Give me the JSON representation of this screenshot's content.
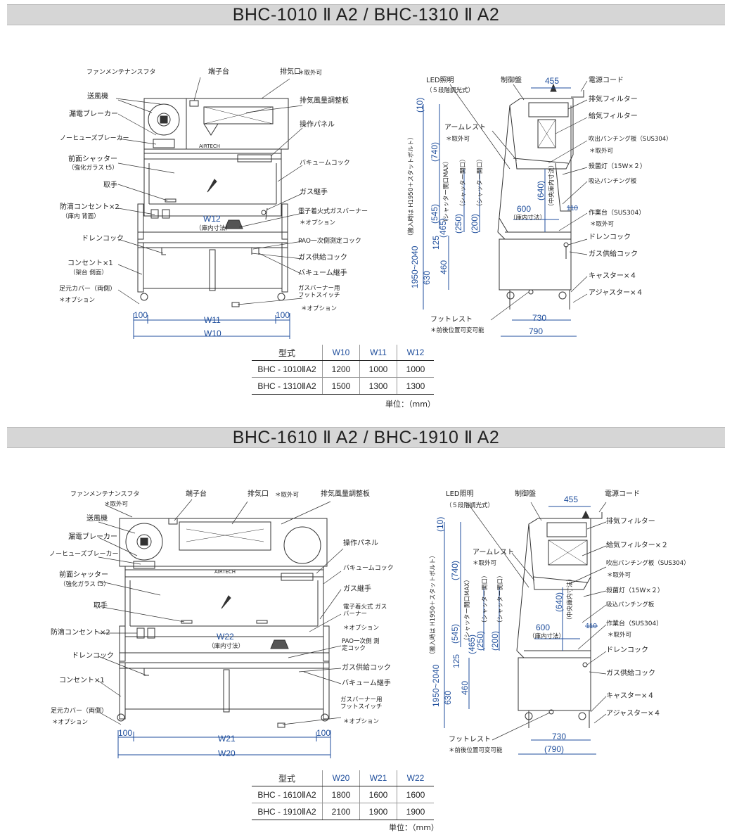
{
  "sec1": {
    "title": "BHC-1010 Ⅱ A2 / BHC-1310 Ⅱ A2",
    "front": {
      "fan_cover": "ファンメンテナンスフタ",
      "terminal": "端子台",
      "exhaust": "排気口",
      "exhaust_opt": "＊取外可",
      "blower": "送風機",
      "exhaust_damper": "排気風量調整板",
      "leakage_breaker": "漏電ブレーカー",
      "control_panel": "操作パネル",
      "nofuse_breaker": "ノーヒューズブレーカー",
      "front_shutter": "前面シャッター",
      "front_shutter_sub": "（強化ガラス t5）",
      "vacuum_cock": "バキュームコック",
      "handle": "取手",
      "gas_joint": "ガス継手",
      "drip_outlet": "防滴コンセント×2",
      "drip_outlet_sub": "（庫内 背面）",
      "burner": "電子着火式ガスバーナー",
      "burner_opt": "＊オプション",
      "drain_cock": "ドレンコック",
      "pao_cock": "PAO一次側測定コック",
      "gas_cock": "ガス供給コック",
      "outlet": "コンセント×1",
      "outlet_sub": "（架台 側面）",
      "vacuum_joint": "バキューム継手",
      "foot_cover": "足元カバー（両側）",
      "foot_cover_opt": "＊オプション",
      "foot_switch": "ガスバーナー用 フットスイッチ",
      "foot_switch_opt": "＊オプション",
      "w_inner": "W12",
      "w_inner_sub": "（庫内寸法）",
      "dim_100_left": "100",
      "dim_100_right": "100",
      "w_mid": "W11",
      "w_total": "W10"
    },
    "side": {
      "led": "LED照明",
      "led_sub": "（５段階調光式）",
      "control_box": "制御盤",
      "power_cord": "電源コード",
      "exhaust_filter": "排気フィルター",
      "supply_filter": "給気フィルター",
      "armrest": "アームレスト",
      "armrest_opt": "＊取外可",
      "blow_punch": "吹出パンチング板（SUS304）",
      "blow_punch_opt": "＊取外可",
      "uv_lamp": "殺菌灯（15W×２）",
      "suction_punch": "吸込パンチング板",
      "worktop": "作業台（SUS304）",
      "worktop_opt": "＊取外可",
      "drain_cock": "ドレンコック",
      "gas_cock": "ガス供給コック",
      "caster": "キャスター×４",
      "adjuster": "アジャスター×４",
      "footrest": "フットレスト",
      "footrest_sub": "＊前後位置可変可能",
      "d455": "455",
      "d600": "600",
      "d600_sub": "（庫内寸法）",
      "d110": "110",
      "d640": "(640)",
      "d640_sub": "（中央庫内寸法）",
      "d10": "(10)",
      "d740": "(740)",
      "d545": "(545)",
      "d465": "(465)",
      "d465_sub": "（シャッター開口MAX）",
      "d250": "(250)",
      "d250_sub": "（シャッター開口）",
      "d200": "(200)",
      "d200_sub": "（シャッター開口）",
      "d125": "125",
      "d630": "630",
      "d460": "460",
      "h_total": "1950~2040",
      "h_total_sub": "（搬入時は H1950＋スタットボルト）",
      "d730": "730",
      "d790": "790"
    },
    "table": {
      "headers": [
        "型式",
        "W10",
        "W11",
        "W12"
      ],
      "rows": [
        [
          "BHC - 1010ⅡA2",
          "1200",
          "1000",
          "1000"
        ],
        [
          "BHC - 1310ⅡA2",
          "1500",
          "1300",
          "1300"
        ]
      ],
      "unit": "単位：（mm）"
    }
  },
  "sec2": {
    "title": "BHC-1610 Ⅱ A2 / BHC-1910 Ⅱ A2",
    "front": {
      "fan_cover": "ファンメンテナンスフタ",
      "fan_cover_opt": "＊取外可",
      "terminal": "端子台",
      "exhaust": "排気口",
      "exhaust_opt": "＊取外可",
      "exhaust_damper": "排気風量調整板",
      "blower": "送風機",
      "leakage_breaker": "漏電ブレーカー",
      "control_panel": "操作パネル",
      "nofuse_breaker": "ノーヒューズブレーカー",
      "vacuum_cock": "バキュームコック",
      "front_shutter": "前面シャッター",
      "front_shutter_sub": "（強化ガラス t5）",
      "gas_joint": "ガス継手",
      "handle": "取手",
      "burner": "電子着火式 ガスバーナー",
      "burner_opt": "＊オプション",
      "drip_outlet": "防滴コンセント×2",
      "pao_cock": "PAO一次側 測定コック",
      "drain_cock": "ドレンコック",
      "gas_cock": "ガス供給コック",
      "vacuum_joint": "バキューム継手",
      "outlet": "コンセント×1",
      "foot_cover": "足元カバー（両側）",
      "foot_cover_opt": "＊オプション",
      "foot_switch": "ガスバーナー用 フットスイッチ",
      "foot_switch_opt": "＊オプション",
      "w_inner": "W22",
      "w_inner_sub": "（庫内寸法）",
      "dim_100_left": "100",
      "dim_100_right": "100",
      "w_mid": "W21",
      "w_total": "W20"
    },
    "side": {
      "led": "LED照明",
      "led_sub": "（５段階調光式）",
      "control_box": "制御盤",
      "power_cord": "電源コード",
      "exhaust_filter": "排気フィルター",
      "supply_filter": "給気フィルター×２",
      "armrest": "アームレスト",
      "armrest_opt": "＊取外可",
      "blow_punch": "吹出パンチング板（SUS304）",
      "blow_punch_opt": "＊取外可",
      "uv_lamp": "殺菌灯（15W×２）",
      "suction_punch": "吸込パンチング板",
      "worktop": "作業台（SUS304）",
      "worktop_opt": "＊取外可",
      "drain_cock": "ドレンコック",
      "gas_cock": "ガス供給コック",
      "caster": "キャスター×４",
      "adjuster": "アジャスター×４",
      "footrest": "フットレスト",
      "footrest_sub": "＊前後位置可変可能",
      "d455": "455",
      "d600": "600",
      "d600_sub": "（庫内寸法）",
      "d110": "110",
      "d640": "(640)",
      "d640_sub": "（中央庫内寸法）",
      "d10": "(10)",
      "d740": "(740)",
      "d545": "(545)",
      "d465": "(465)",
      "d465_sub": "（シャッター開口MAX）",
      "d250": "(250)",
      "d250_sub": "（シャッター開口）",
      "d200": "(200)",
      "d200_sub": "（シャッター開口）",
      "d125": "125",
      "d630": "630",
      "d460": "460",
      "h_total": "1950~2040",
      "h_total_sub": "（搬入時は H1950＋スタットボルト）",
      "d730": "730",
      "d790": "(790)"
    },
    "table": {
      "headers": [
        "型式",
        "W20",
        "W21",
        "W22"
      ],
      "rows": [
        [
          "BHC - 1610ⅡA2",
          "1800",
          "1600",
          "1600"
        ],
        [
          "BHC - 1910ⅡA2",
          "2100",
          "1900",
          "1900"
        ]
      ],
      "unit": "単位：（mm）"
    }
  },
  "logo": "AIRTECH"
}
